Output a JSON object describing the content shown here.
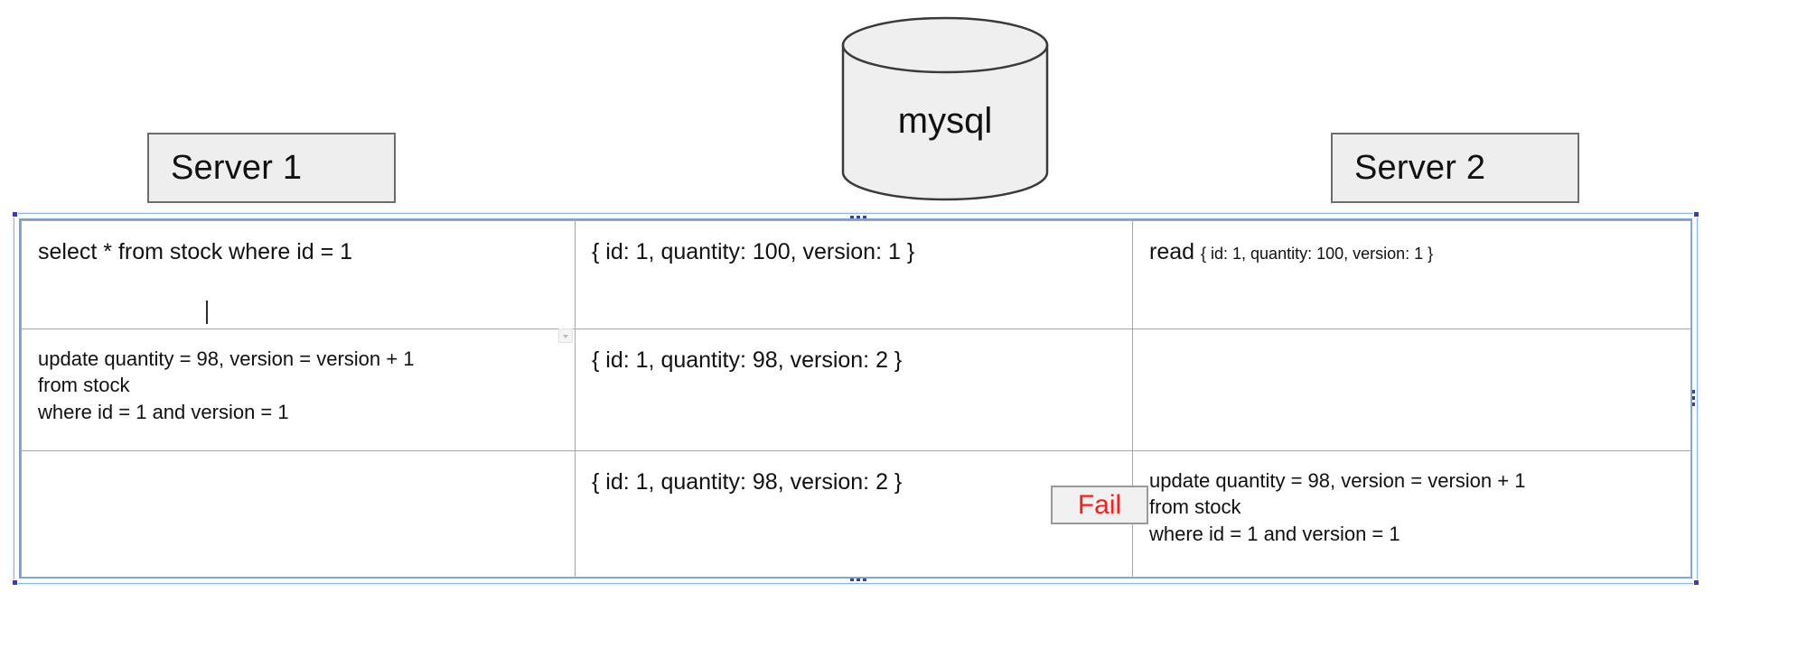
{
  "diagram": {
    "title_nodes": {
      "server1": "Server 1",
      "server2": "Server 2",
      "database": "mysql",
      "database_icon": "database-cylinder-icon"
    },
    "badge": {
      "label": "Fail",
      "color": "#fb1c1c",
      "background": "#f0f0f0",
      "border": "#9a9a9a"
    },
    "selection": {
      "frame_color": "#8fb4dd",
      "handle_color": "#3b3bbb"
    }
  },
  "table": {
    "columns": [
      "server1",
      "database",
      "server2"
    ],
    "rows": [
      {
        "server1": "select * from stock where id = 1",
        "database": "{ id: 1, quantity: 100, version: 1 }",
        "server2_keyword": "read",
        "server2_json": "{ id: 1, quantity: 100, version: 1 }"
      },
      {
        "server1": "update quantity = 98, version = version + 1\nfrom stock\nwhere id = 1 and version = 1",
        "database": "{ id: 1, quantity: 98, version: 2 }",
        "server2_keyword": "",
        "server2_json": ""
      },
      {
        "server1": "",
        "database": "{ id: 1, quantity: 98, version: 2 }",
        "server2_keyword": "",
        "server2_json": "update quantity = 98, version = version + 1\nfrom stock\nwhere id = 1 and version = 1"
      }
    ]
  }
}
